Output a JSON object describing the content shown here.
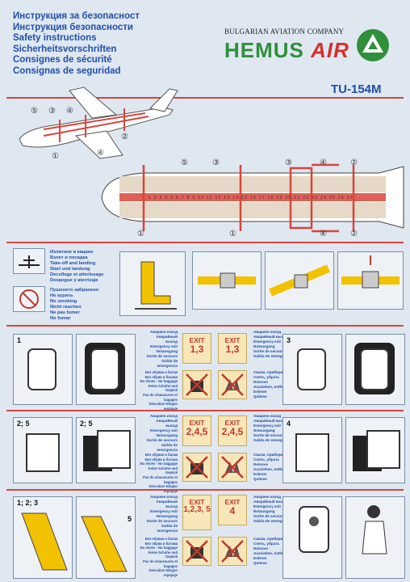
{
  "titles": [
    "Инструкция за безопасност",
    "Инструкция безопасности",
    "Safety instructions",
    "Sicherheitsvorschriften",
    "Consignes de sécurité",
    "Consignas de seguridad"
  ],
  "company": "BULGARIAN AVIATION COMPANY",
  "brand": {
    "part1": "HEMUS",
    "part2": "AIR"
  },
  "model": "TU-154M",
  "colors": {
    "title_blue": "#1f4fa8",
    "red": "#d8453a",
    "green": "#2f8f3a",
    "exit_bg": "#f6e6b8"
  },
  "exit_markers": {
    "one": "①",
    "two": "②",
    "three": "③",
    "four": "④",
    "five": "⑤"
  },
  "row_numbers": [
    "1",
    "2",
    "3",
    "4",
    "5",
    "6",
    "7",
    "8",
    "9",
    "10",
    "11",
    "12",
    "13",
    "14",
    "15",
    "16",
    "17",
    "18",
    "19",
    "20",
    "21",
    "22",
    "23",
    "24",
    "25",
    "26",
    "27"
  ],
  "takeoff_legend": [
    "Излитане и кацане",
    "Взлет и посадка",
    "Take-off and landing",
    "Start und landung",
    "Decollage et atterissage",
    "Despegue y aterrizaje"
  ],
  "smoking_legend": [
    "Пушенето забранено",
    "Не курить",
    "No smoking",
    "Nicht rauchen",
    "Ne pas fumer",
    "No fumar"
  ],
  "exit_legend": [
    "Авариен изход",
    "Аварийный выход",
    "Emergency exit",
    "Notausgang",
    "Sortie de secours",
    "Salida de emergencia"
  ],
  "exit_legend_short": [
    "Авариен изход",
    "Аварийный выход",
    "Emergency exit",
    "Notausgang",
    "Sortie de secours",
    "Salida de emergencia"
  ],
  "bag_legend": [
    "Без обувки и багаж",
    "Без обуви и багажа",
    "No shoes - No baggage",
    "Keine Schuhe und Gepäck",
    "Pas de chaussures et bagages",
    "Descalzar-Ningun equipaje"
  ],
  "bag_legend2": [
    "Без обувки и багаж",
    "Без обуви и багажа",
    "No shoes - No baggage",
    "Keine Schuhe und Gepäck",
    "Pas de chaussures et bagages",
    "Descalzar-Ningun equipaje"
  ],
  "remove_legend": [
    "Свали, прибери",
    "Снять, убрать",
    "Remove",
    "Ausziehen, entfernen",
    "Enlever",
    "Quitese"
  ],
  "exit_label": "EXIT",
  "sections": [
    {
      "left_tag": "1",
      "right_tag": "3",
      "exit_left": "1,3",
      "exit_right": "1,3"
    },
    {
      "left_tag": "2; 5",
      "left_tag_b": "2; 5",
      "right_tag": "4",
      "exit_left": "2,4,5",
      "exit_right": "2,4,5"
    },
    {
      "left_tag": "1; 2; 3",
      "left_tag_b": "5",
      "exit_left": "1,2,3, 5",
      "exit_right": "4"
    }
  ]
}
